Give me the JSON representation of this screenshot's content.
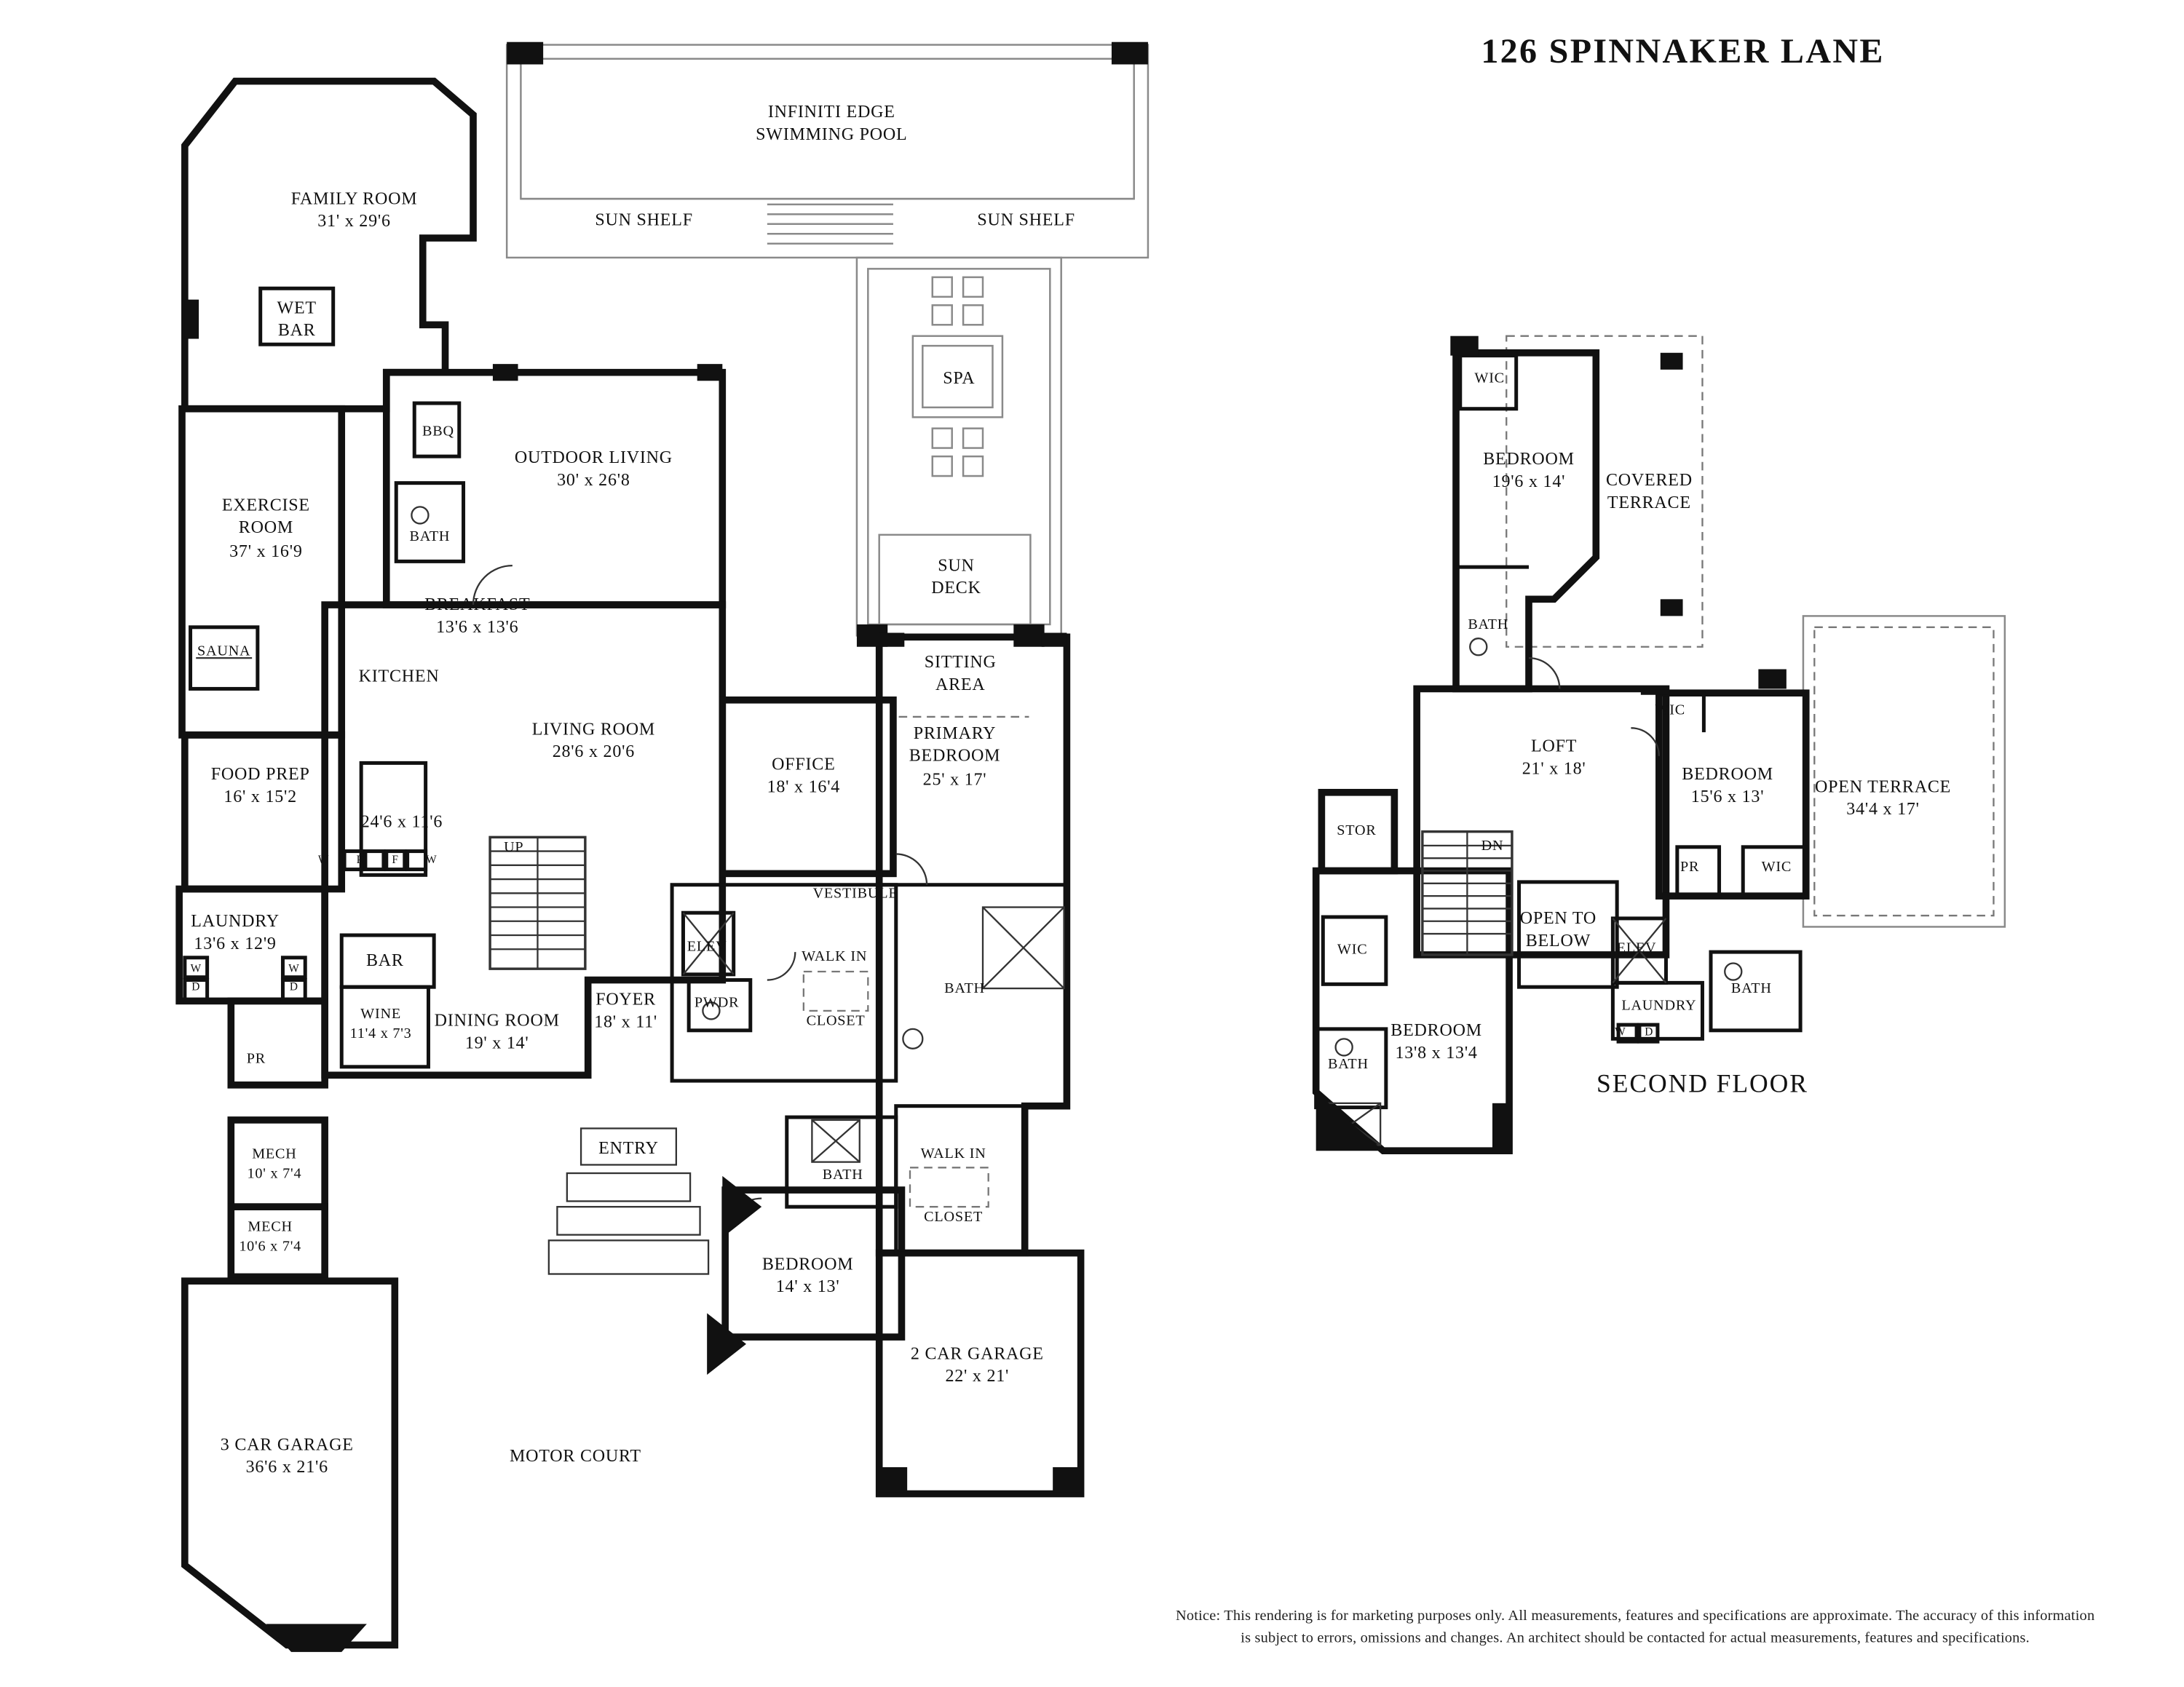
{
  "title": "126 SPINNAKER LANE",
  "second_floor_heading": "SECOND FLOOR",
  "notice": {
    "line1": "Notice: This rendering is for marketing purposes only. All measurements, features and specifications are approximate. The accuracy of this information",
    "line2": "is subject to errors, omissions and changes. An architect should be contacted for actual measurements, features and specifications."
  },
  "first_floor": {
    "family_room": {
      "lines": [
        "FAMILY ROOM",
        "31' x 29'6"
      ]
    },
    "wet_bar": {
      "lines": [
        "WET",
        "BAR"
      ]
    },
    "bbq": {
      "lines": [
        "BBQ"
      ]
    },
    "outdoor_living": {
      "lines": [
        "OUTDOOR LIVING",
        "30' x 26'8"
      ]
    },
    "swimming_pool": {
      "lines": [
        "INFINITI EDGE",
        "SWIMMING POOL"
      ]
    },
    "sun_shelf_left": {
      "lines": [
        "SUN SHELF"
      ]
    },
    "sun_shelf_right": {
      "lines": [
        "SUN SHELF"
      ]
    },
    "spa": {
      "lines": [
        "SPA"
      ]
    },
    "sun_deck": {
      "lines": [
        "SUN",
        "DECK"
      ]
    },
    "exercise_room": {
      "lines": [
        "EXERCISE",
        "ROOM",
        "37' x 16'9"
      ]
    },
    "bath_outdoor": {
      "lines": [
        "BATH"
      ]
    },
    "breakfast": {
      "lines": [
        "BREAKFAST",
        "13'6 x 13'6"
      ]
    },
    "sauna": {
      "lines": [
        "SAUNA"
      ]
    },
    "kitchen": {
      "lines": [
        "KITCHEN"
      ]
    },
    "kitchen_dims": {
      "lines": [
        "24'6 x 11'6"
      ]
    },
    "food_prep": {
      "lines": [
        "FOOD PREP",
        "16' x 15'2"
      ]
    },
    "living_room": {
      "lines": [
        "LIVING ROOM",
        "28'6 x 20'6"
      ]
    },
    "office": {
      "lines": [
        "OFFICE",
        "18' x 16'4"
      ]
    },
    "sitting_area": {
      "lines": [
        "SITTING",
        "AREA"
      ]
    },
    "primary_bedroom": {
      "lines": [
        "PRIMARY",
        "BEDROOM",
        "25' x 17'"
      ]
    },
    "up": {
      "lines": [
        "UP"
      ]
    },
    "vestibule": {
      "lines": [
        "VESTIBULE"
      ]
    },
    "laundry": {
      "lines": [
        "LAUNDRY",
        "13'6 x 12'9"
      ]
    },
    "bar": {
      "lines": [
        "BAR"
      ]
    },
    "elevator": {
      "lines": [
        "ELEV"
      ]
    },
    "primary_closet": {
      "lines": [
        "WALK IN",
        "CLOSET"
      ]
    },
    "primary_bath": {
      "lines": [
        "BATH"
      ]
    },
    "wine": {
      "lines": [
        "WINE",
        "11'4 x 7'3"
      ]
    },
    "dining_room": {
      "lines": [
        "DINING ROOM",
        "19' x 14'"
      ]
    },
    "foyer": {
      "lines": [
        "FOYER",
        "18' x 11'"
      ]
    },
    "powder": {
      "lines": [
        "PWDR"
      ]
    },
    "pr": {
      "lines": [
        "PR"
      ]
    },
    "mech_1": {
      "lines": [
        "MECH",
        "10' x 7'4"
      ]
    },
    "mech_2": {
      "lines": [
        "MECH",
        "10'6 x 7'4"
      ]
    },
    "entry": {
      "lines": [
        "ENTRY"
      ]
    },
    "guest_bath": {
      "lines": [
        "BATH"
      ]
    },
    "guest_closet": {
      "lines": [
        "WALK IN",
        "CLOSET"
      ]
    },
    "bedroom": {
      "lines": [
        "BEDROOM",
        "14' x 13'"
      ]
    },
    "garage_2": {
      "lines": [
        "2 CAR GARAGE",
        "22' x 21'"
      ]
    },
    "garage_3": {
      "lines": [
        "3 CAR GARAGE",
        "36'6 x 21'6"
      ]
    },
    "motor_court": {
      "lines": [
        "MOTOR COURT"
      ]
    },
    "washer_dryer": {
      "lines": [
        "W",
        "D"
      ]
    },
    "appliances": {
      "lines": [
        "W R F W"
      ]
    }
  },
  "second_floor": {
    "wic_top": {
      "lines": [
        "WIC"
      ]
    },
    "bedroom_top": {
      "lines": [
        "BEDROOM",
        "19'6 x 14'"
      ]
    },
    "covered_terrace": {
      "lines": [
        "COVERED",
        "TERRACE"
      ]
    },
    "bath_top": {
      "lines": [
        "BATH"
      ]
    },
    "wic_mid": {
      "lines": [
        "WIC"
      ]
    },
    "loft": {
      "lines": [
        "LOFT",
        "21' x 18'"
      ]
    },
    "bedroom_right": {
      "lines": [
        "BEDROOM",
        "15'6 x 13'"
      ]
    },
    "open_terrace": {
      "lines": [
        "OPEN TERRACE",
        "34'4 x 17'"
      ]
    },
    "storage": {
      "lines": [
        "STOR"
      ]
    },
    "dn": {
      "lines": [
        "DN"
      ]
    },
    "open_to_below": {
      "lines": [
        "OPEN TO",
        "BELOW"
      ]
    },
    "elevator": {
      "lines": [
        "ELEV"
      ]
    },
    "pr": {
      "lines": [
        "PR"
      ]
    },
    "wic_right": {
      "lines": [
        "WIC"
      ]
    },
    "bath_right": {
      "lines": [
        "BATH"
      ]
    },
    "wic_left": {
      "lines": [
        "WIC"
      ]
    },
    "laundry": {
      "lines": [
        "LAUNDRY"
      ]
    },
    "bath_left": {
      "lines": [
        "BATH"
      ]
    },
    "bedroom_left": {
      "lines": [
        "BEDROOM",
        "13'8 x 13'4"
      ]
    },
    "washer_dryer": {
      "lines": [
        "W D"
      ]
    }
  }
}
